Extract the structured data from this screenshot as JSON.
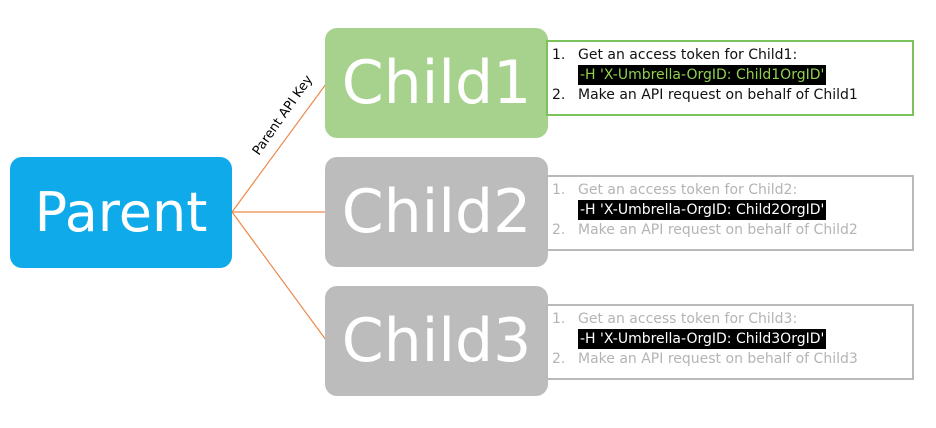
{
  "colors": {
    "parent": "#0eaae9",
    "child_active": "#a7d28e",
    "child_inactive": "#bcbcbc",
    "connector": "#ec8a4c",
    "note_active_border": "#7cc25a",
    "note_inactive_border": "#b9b9b9",
    "text_active": "#111111",
    "text_inactive": "#b4b4b4",
    "code_active": "#92d050",
    "code_inactive": "#ffffff"
  },
  "parent": {
    "label": "Parent"
  },
  "connector_label": "Parent API Key",
  "children": [
    {
      "label": "Child1",
      "active": true,
      "steps": [
        {
          "num": "1.",
          "text": "Get an access token for Child1:"
        },
        {
          "num": "2.",
          "text": "Make an API request on behalf of Child1"
        }
      ],
      "code": "-H 'X-Umbrella-OrgID: Child1OrgID'"
    },
    {
      "label": "Child2",
      "active": false,
      "steps": [
        {
          "num": "1.",
          "text": "Get an access token for Child2:"
        },
        {
          "num": "2.",
          "text": "Make an API request on behalf of Child2"
        }
      ],
      "code": "-H 'X-Umbrella-OrgID: Child2OrgID'"
    },
    {
      "label": "Child3",
      "active": false,
      "steps": [
        {
          "num": "1.",
          "text": "Get an access token for Child3:"
        },
        {
          "num": "2.",
          "text": "Make an API request on behalf of Child3"
        }
      ],
      "code": "-H 'X-Umbrella-OrgID: Child3OrgID'"
    }
  ]
}
